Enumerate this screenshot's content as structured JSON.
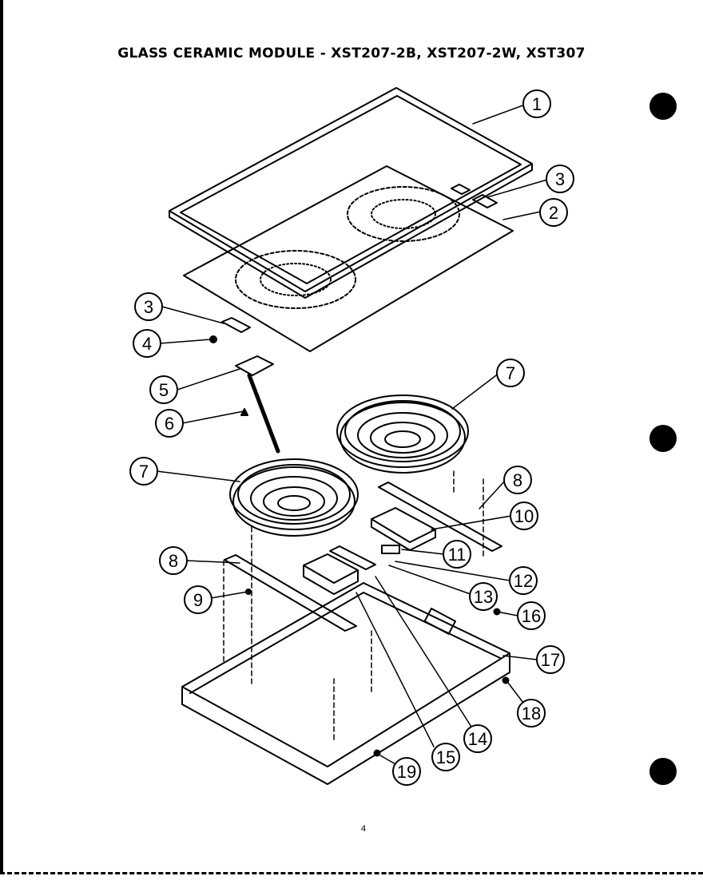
{
  "title": "GLASS CERAMIC MODULE - XST207-2B, XST207-2W, XST307",
  "page_number": "4",
  "callouts": [
    "1",
    "3",
    "2",
    "3",
    "4",
    "5",
    "6",
    "7",
    "7",
    "8",
    "10",
    "11",
    "12",
    "13",
    "16",
    "8",
    "9",
    "17",
    "18",
    "14",
    "15",
    "19"
  ]
}
